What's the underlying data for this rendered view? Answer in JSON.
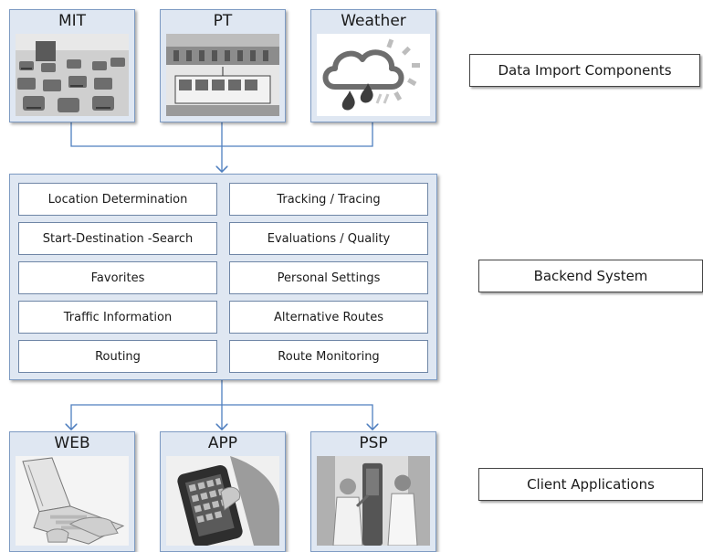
{
  "data_import": {
    "panels": [
      {
        "title": "MIT",
        "image": "traffic-jam-photo"
      },
      {
        "title": "PT",
        "image": "tram-photo"
      },
      {
        "title": "Weather",
        "image": "weather-cloud-icon"
      }
    ]
  },
  "backend": {
    "modules_left": [
      "Location Determination",
      "Start-Destination -Search",
      "Favorites",
      "Traffic Information",
      "Routing"
    ],
    "modules_right": [
      "Tracking / Tracing",
      "Evaluations / Quality",
      "Personal Settings",
      "Alternative Routes",
      "Route Monitoring"
    ]
  },
  "clients": {
    "panels": [
      {
        "title": "WEB",
        "image": "laptop-typing-photo"
      },
      {
        "title": "APP",
        "image": "smartphone-photo"
      },
      {
        "title": "PSP",
        "image": "public-display-photo"
      }
    ]
  },
  "layer_labels": {
    "data_import": "Data Import Components",
    "backend": "Backend System",
    "clients": "Client Applications"
  },
  "colors": {
    "panel_fill": "#dfe7f2",
    "panel_border": "#7e9bc3",
    "connector": "#4f7fbf"
  }
}
